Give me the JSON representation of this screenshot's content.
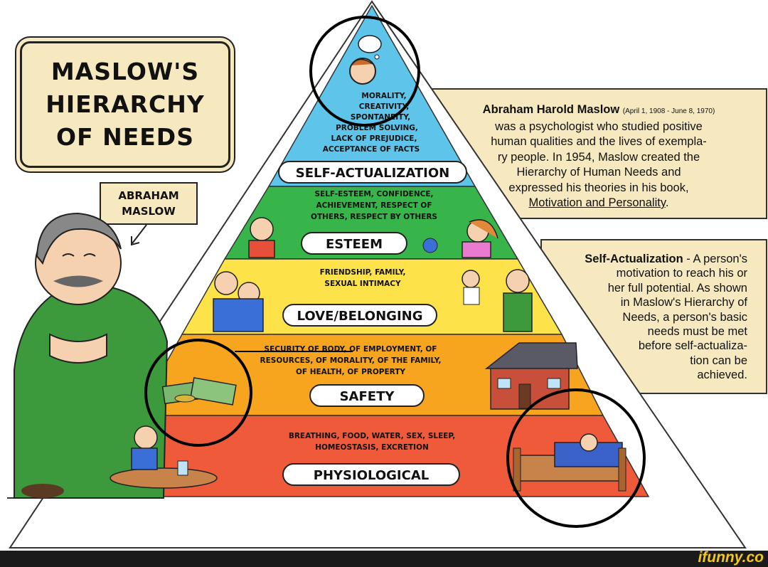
{
  "title": {
    "line1": "MASLOW'S",
    "line2": "HIERARCHY",
    "line3": "OF NEEDS"
  },
  "person_label": {
    "line1": "ABRAHAM",
    "line2": "MASLOW"
  },
  "levels": {
    "self_actualization": {
      "label": "SELF-ACTUALIZATION",
      "lines": [
        "MORALITY,",
        "CREATIVITY,",
        "SPONTANEITY,",
        "PROBLEM SOLVING,",
        "LACK OF PREJUDICE,",
        "ACCEPTANCE OF FACTS"
      ],
      "color": "#5ec4ea"
    },
    "esteem": {
      "label": "ESTEEM",
      "lines": [
        "SELF-ESTEEM, CONFIDENCE,",
        "ACHIEVEMENT, RESPECT OF",
        "OTHERS, RESPECT BY OTHERS"
      ],
      "color": "#37b54a"
    },
    "love": {
      "label": "LOVE/BELONGING",
      "lines": [
        "FRIENDSHIP, FAMILY,",
        "SEXUAL INTIMACY"
      ],
      "color": "#fde24a"
    },
    "safety": {
      "label": "SAFETY",
      "lines": [
        "SECURITY OF BODY, OF EMPLOYMENT, OF",
        "RESOURCES, OF MORALITY, OF THE FAMILY,",
        "OF HEALTH, OF PROPERTY"
      ],
      "color": "#f7a51e"
    },
    "physiological": {
      "label": "PHYSIOLOGICAL",
      "lines": [
        "BREATHING, FOOD, WATER, SEX, SLEEP,",
        "HOMEOSTASIS, EXCRETION"
      ],
      "color": "#ef5a3a"
    }
  },
  "bio": {
    "name": "Abraham Harold Maslow",
    "dates": "(April 1, 1908 - June 8, 1970)",
    "line2": "was a psychologist who studied positive",
    "line3": "human qualities and the lives of exempla-",
    "line4": "ry people. In 1954, Maslow created the",
    "line5": "Hierarchy of Human Needs and",
    "line6": "expressed his theories in his book,",
    "book": "Motivation and Personality",
    "book_suffix": "."
  },
  "self_actualization_note": {
    "term": "Self-Actualization",
    "line1_rest": " - A person's",
    "lines": [
      "motivation to reach his or",
      "her full potential. As shown",
      "in Maslow's Hierarchy of",
      "Needs, a person's basic",
      "needs must be met",
      "before self-actualiza-",
      "tion can be",
      "achieved."
    ]
  },
  "watermark": "ifunny.co",
  "colors": {
    "panel": "#f7e9bf",
    "circle_annotation": "#000000"
  }
}
